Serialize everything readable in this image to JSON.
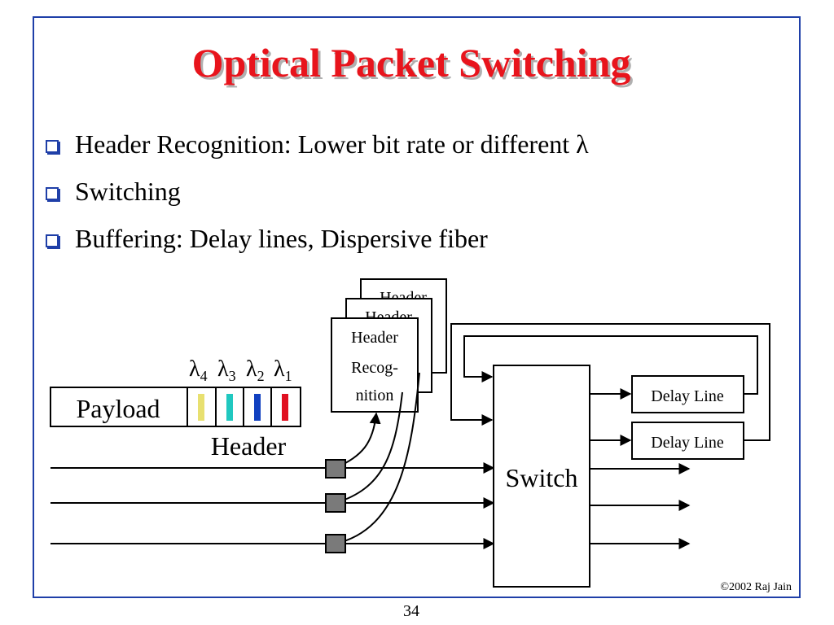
{
  "slide": {
    "title": "Optical Packet Switching",
    "bullets": [
      "Header Recognition: Lower bit rate or different λ",
      "Switching",
      "Buffering: Delay lines, Dispersive fiber"
    ],
    "copyright": "©2002 Raj Jain",
    "page_number": "34"
  },
  "diagram": {
    "payload_label": "Payload",
    "header_label": "Header",
    "lambda_symbol": "λ",
    "lambda_subscripts": [
      "4",
      "3",
      "2",
      "1"
    ],
    "wavelength_bar_colors": [
      "#e8e070",
      "#20c8c0",
      "#1040c0",
      "#e01020"
    ],
    "stack_label_back": "Header",
    "stack_label_mid": "Header",
    "header_recog_lines": [
      "Header",
      "Recog-",
      "nition"
    ],
    "switch_label": "Switch",
    "delay_lines": [
      "Delay Line",
      "Delay Line"
    ]
  }
}
